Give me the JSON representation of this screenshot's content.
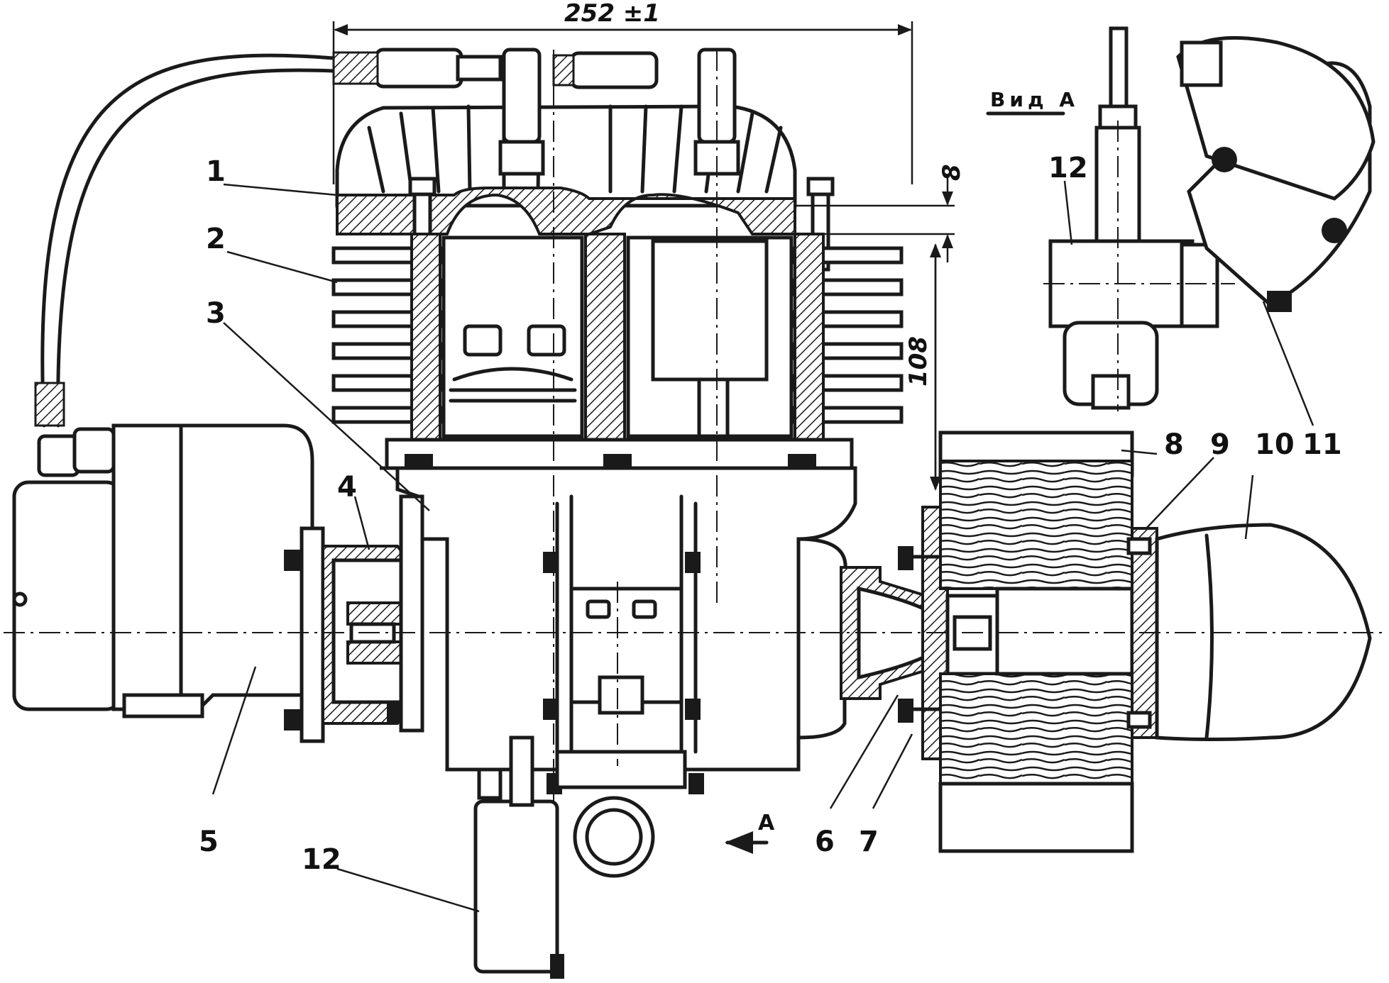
{
  "dimensions": {
    "width": "252 ±1",
    "height": "108",
    "gap": "8"
  },
  "view_label": "Вид А",
  "view_arrow": "А",
  "part_labels": [
    {
      "id": "1",
      "text": "1"
    },
    {
      "id": "2",
      "text": "2"
    },
    {
      "id": "3",
      "text": "3"
    },
    {
      "id": "4",
      "text": "4"
    },
    {
      "id": "5",
      "text": "5"
    },
    {
      "id": "6",
      "text": "6"
    },
    {
      "id": "7",
      "text": "7"
    },
    {
      "id": "8",
      "text": "8"
    },
    {
      "id": "9",
      "text": "9"
    },
    {
      "id": "10",
      "text": "10"
    },
    {
      "id": "11",
      "text": "11"
    },
    {
      "id": "12a",
      "text": "12"
    },
    {
      "id": "12b",
      "text": "12"
    }
  ]
}
